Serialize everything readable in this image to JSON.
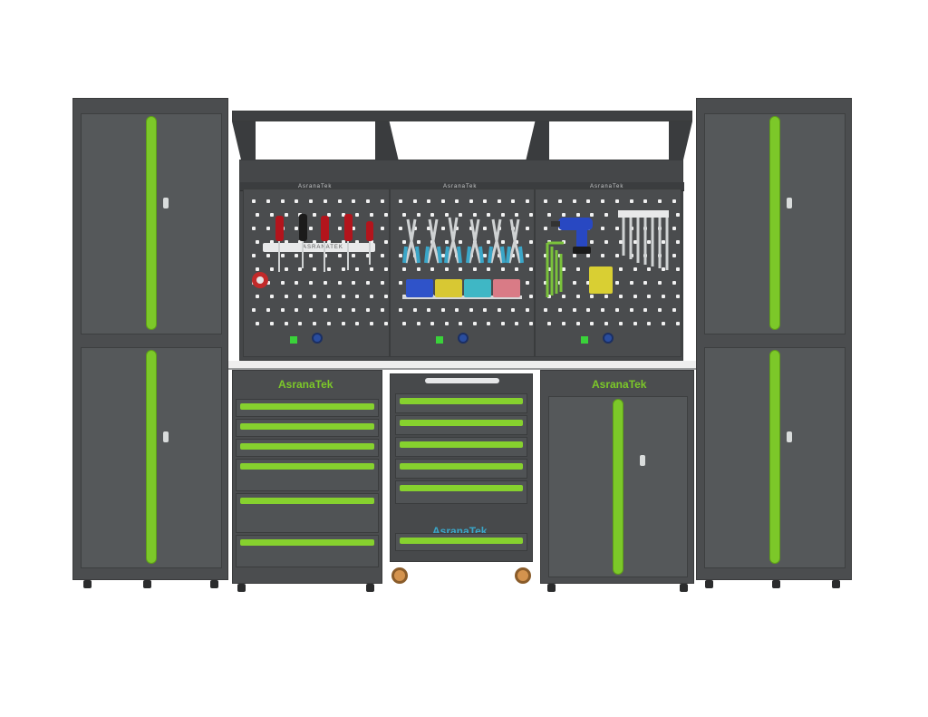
{
  "brand": {
    "logo_text": "AsranaTek",
    "panel_logo_text": "AsranaTek",
    "rail_label": "ASRANATEK"
  },
  "colors": {
    "cabinet": "#4b4d4f",
    "accent_green": "#7cc829",
    "socket_blue": "#2a4d9e",
    "background": "#ffffff"
  },
  "icons": [
    "screwdriver-icon",
    "pliers-icon",
    "drill-icon",
    "wrench-icon",
    "hex-key-icon",
    "storage-bin-icon",
    "tape-measure-icon",
    "power-socket-icon",
    "switch-icon",
    "caster-wheel-icon"
  ],
  "storage_bins": {
    "colors": [
      "#2f53c9",
      "#d8c833",
      "#3fb7c5",
      "#d97b86"
    ]
  }
}
